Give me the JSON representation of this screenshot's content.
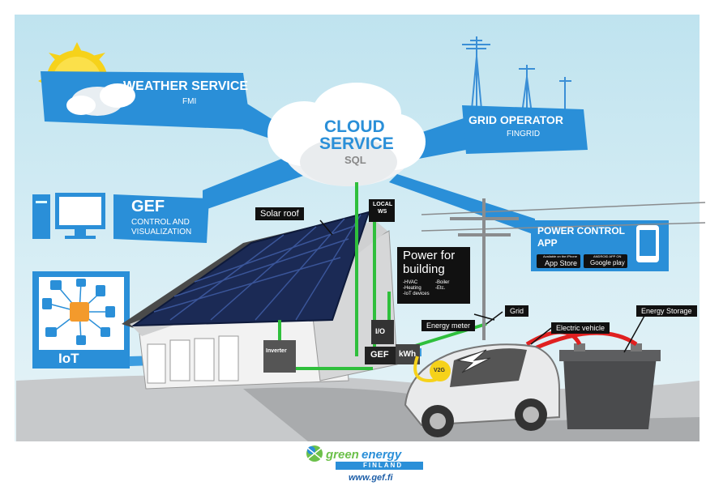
{
  "weather": {
    "title": "WEATHER SERVICE",
    "sub": "FMI"
  },
  "cloud": {
    "line1": "CLOUD",
    "line2": "SERVICE",
    "line3": "SQL"
  },
  "grid_operator": {
    "title": "GRID OPERATOR",
    "sub": "FINGRID"
  },
  "gef": {
    "title": "GEF",
    "sub1": "CONTROL AND",
    "sub2": "VISUALIZATION"
  },
  "power_app": {
    "title1": "POWER CONTROL",
    "title2": "APP",
    "appstore_small": "Available on the iPhone",
    "appstore": "App Store",
    "gplay_small": "ANDROID APP ON",
    "gplay": "Google play"
  },
  "iot": {
    "title": "IoT"
  },
  "labels": {
    "solar_roof": "Solar roof",
    "local_ws_1": "LOCAL",
    "local_ws_2": "WS",
    "power_building_1": "Power for",
    "power_building_2": "building",
    "pb_items_left": [
      "-HVAC",
      "-Heating",
      "-IoT devices"
    ],
    "pb_items_right": [
      "-Boiler",
      "-Etc."
    ],
    "inverter": "Inverter",
    "switch": "I/O",
    "gef_box": "GEF",
    "kwh": "kWh",
    "energy_meter": "Energy meter",
    "grid": "Grid",
    "electric_vehicle": "Electric vehicle",
    "energy_storage": "Energy Storage",
    "v2g": "V2G"
  },
  "footer": {
    "brand1": "green",
    "brand2": "energy",
    "country": "FINLAND",
    "url": "www.gef.fi"
  },
  "colors": {
    "banner": "#2a8fd8",
    "sky": "#c9e8f2",
    "green": "#2fbf3c",
    "red": "#e02020",
    "dark": "#111111"
  }
}
